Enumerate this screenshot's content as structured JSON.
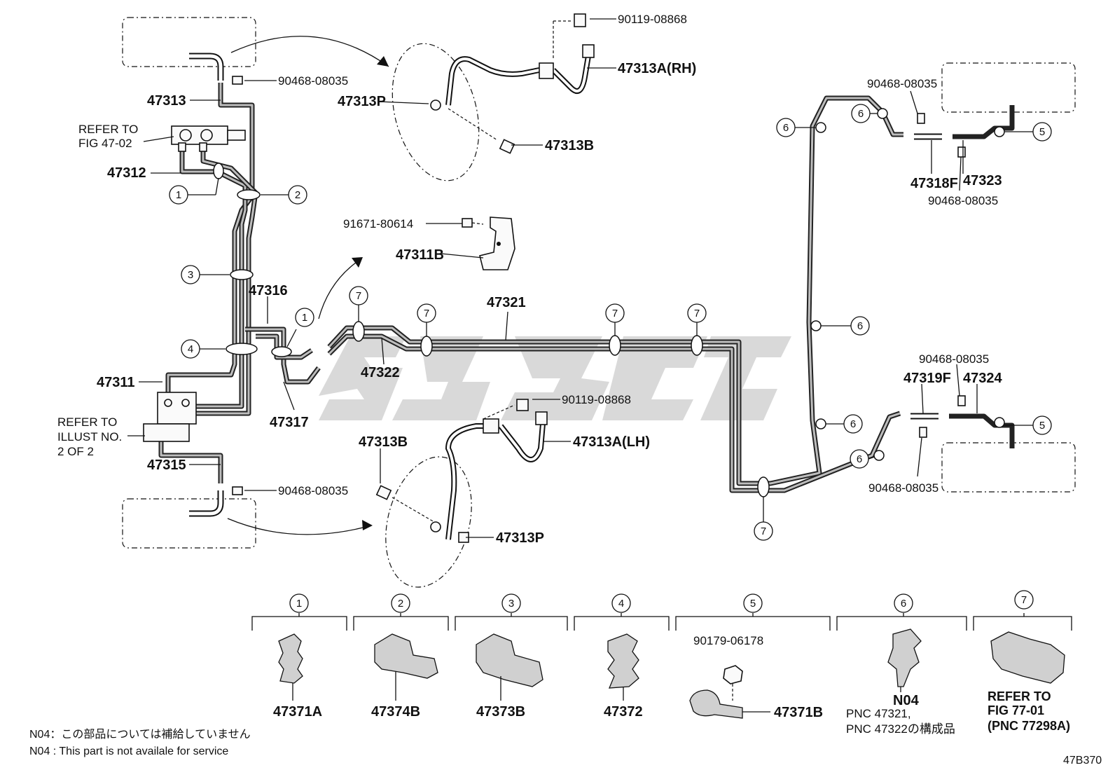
{
  "labels": {
    "p47313": "47313",
    "p47312": "47312",
    "p47316": "47316",
    "p47311": "47311",
    "p47315": "47315",
    "p47317": "47317",
    "p47322": "47322",
    "p47321": "47321",
    "p47313P_top": "47313P",
    "p47313B_top": "47313B",
    "p47313A_rh": "47313A(RH)",
    "p90119_top": "90119-08868",
    "p90468_tl": "90468-08035",
    "p90468_bl": "90468-08035",
    "p91671": "91671-80614",
    "p47311B": "47311B",
    "p90119_bot": "90119-08868",
    "p47313A_lh": "47313A(LH)",
    "p47313B_bot": "47313B",
    "p47313P_bot": "47313P",
    "p90468_tr1": "90468-08035",
    "p47318F": "47318F",
    "p47323": "47323",
    "p90468_tr2": "90468-08035",
    "p90468_br1": "90468-08035",
    "p47319F": "47319F",
    "p47324": "47324",
    "p90468_br2": "90468-08035"
  },
  "refer_fig": [
    "REFER TO",
    "FIG 47-02"
  ],
  "refer_illust": [
    "REFER TO",
    "ILLUST NO.",
    "2 OF 2"
  ],
  "callouts": [
    "1",
    "2",
    "3",
    "4",
    "5",
    "6",
    "7"
  ],
  "legend": [
    {
      "num": "1",
      "part": "47371A"
    },
    {
      "num": "2",
      "part": "47374B"
    },
    {
      "num": "3",
      "part": "47373B"
    },
    {
      "num": "4",
      "part": "47372"
    },
    {
      "num": "5",
      "part": "47371B",
      "sub": "90179-06178"
    },
    {
      "num": "6",
      "part": "N04",
      "note1": "PNC 47321,",
      "note2": "PNC 47322の構成品"
    },
    {
      "num": "7",
      "part": "REFER TO",
      "note1": "FIG 77-01",
      "note2": "(PNC 77298A)"
    }
  ],
  "footnote_jp": "N04：この部品については補給していません",
  "footnote_en": "N04 : This part is not availale for service",
  "figure_code": "47B370",
  "watermark": "sgbt"
}
